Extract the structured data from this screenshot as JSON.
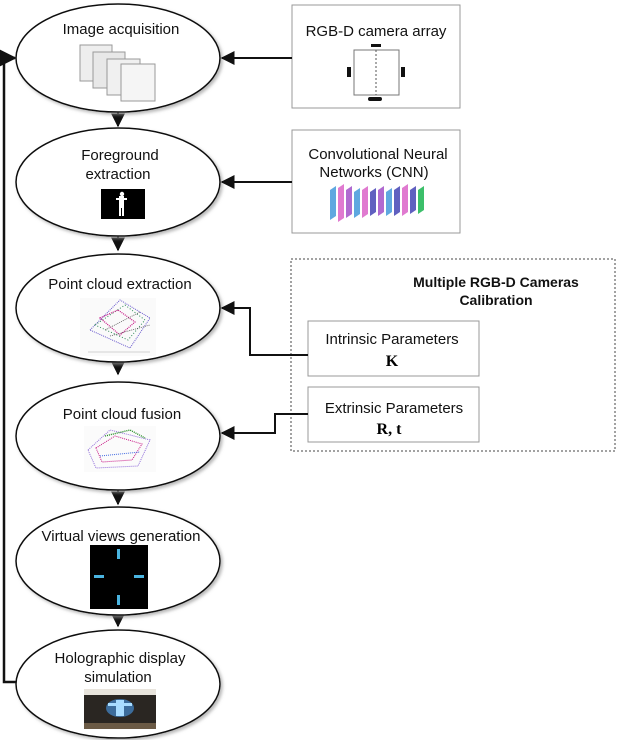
{
  "stages": [
    {
      "label_lines": [
        "Image acquisition"
      ],
      "thumbnail": "image-stack-icon"
    },
    {
      "label_lines": [
        "Foreground",
        "extraction"
      ],
      "thumbnail": "silhouette-mask"
    },
    {
      "label_lines": [
        "Point cloud extraction"
      ],
      "thumbnail": "point-cloud"
    },
    {
      "label_lines": [
        "Point cloud fusion"
      ],
      "thumbnail": "fused-point-cloud"
    },
    {
      "label_lines": [
        "Virtual views generation"
      ],
      "thumbnail": "four-views-black"
    },
    {
      "label_lines": [
        "Holographic display",
        "simulation"
      ],
      "thumbnail": "hologram-photo"
    }
  ],
  "inputs": {
    "camera_array": {
      "label": "RGB-D camera array",
      "icon": "camera-rig-icon"
    },
    "cnn": {
      "label_lines": [
        "Convolutional Neural",
        "Networks (CNN)"
      ],
      "icon": "cnn-layers-icon"
    }
  },
  "calibration": {
    "title_lines": [
      "Multiple RGB-D Cameras",
      "Calibration"
    ],
    "intrinsic": {
      "label": "Intrinsic Parameters",
      "symbol": "K"
    },
    "extrinsic": {
      "label": "Extrinsic Parameters",
      "symbol": "R, t"
    }
  },
  "colors": {
    "line": "#111111",
    "box_border": "#999999",
    "accent_cnn": [
      "#b06ad0",
      "#5fa8e0",
      "#e07ad0",
      "#3cbf6a",
      "#6060c0"
    ]
  }
}
